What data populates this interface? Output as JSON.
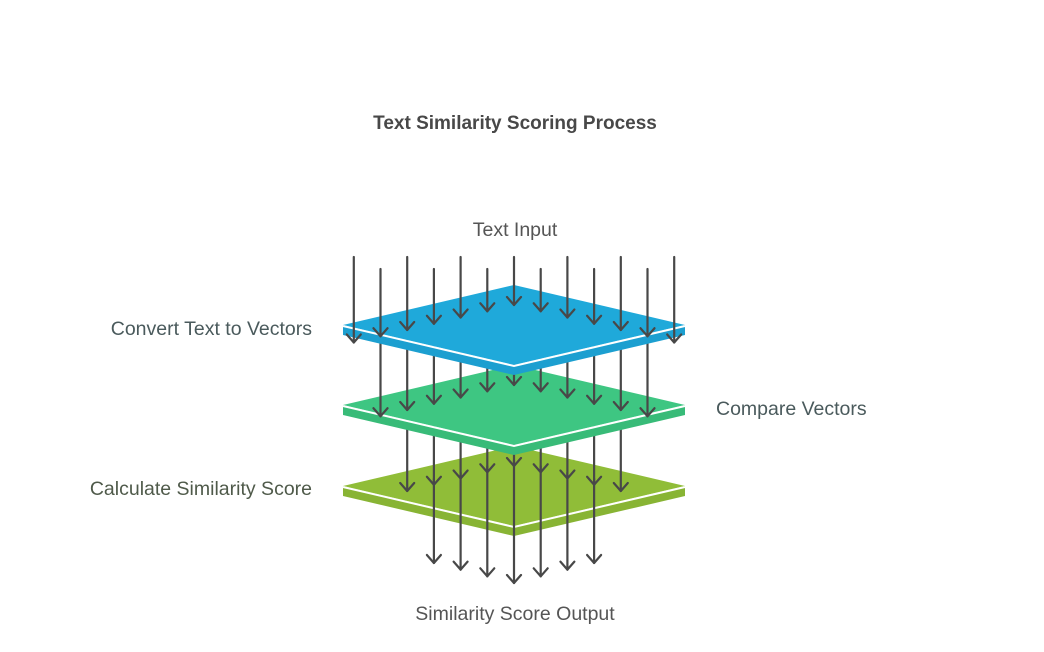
{
  "title": "Text Similarity Scoring Process",
  "input_label": "Text Input",
  "output_label": "Similarity Score Output",
  "layers": [
    {
      "label": "Convert Text to Vectors",
      "label_side": "left",
      "color": "#1fa9da",
      "edge_color": "#1c9fd0"
    },
    {
      "label": "Compare Vectors",
      "label_side": "right",
      "color": "#3ec682",
      "edge_color": "#38bb78"
    },
    {
      "label": "Calculate Similarity Score",
      "label_side": "left",
      "color": "#90bd38",
      "edge_color": "#88b434"
    }
  ],
  "arrow_color": "#484848",
  "flow": {
    "input_arrows": 13,
    "between_layer_1_2_arrows": 11,
    "between_layer_2_3_arrows": 9,
    "output_arrows": 7
  }
}
